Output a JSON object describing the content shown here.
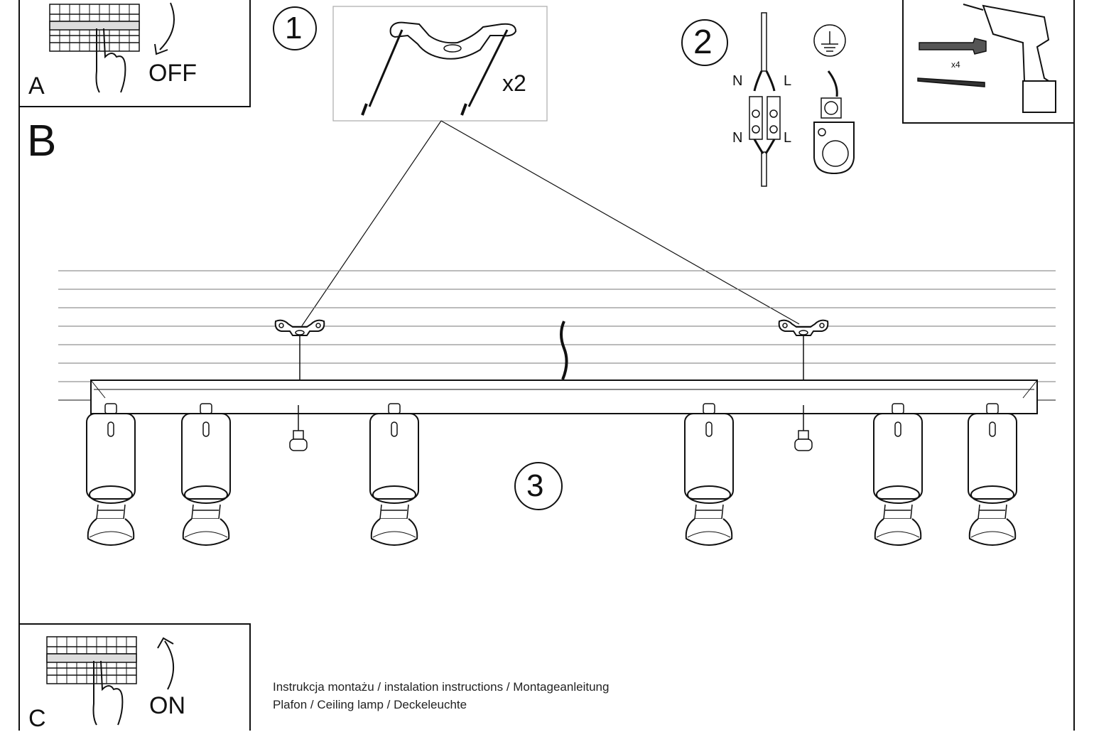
{
  "panel_a": {
    "letter": "A",
    "action": "OFF"
  },
  "panel_b": {
    "letter": "B"
  },
  "panel_c": {
    "letter": "C",
    "action": "ON"
  },
  "steps": {
    "step1": "1",
    "step2": "2",
    "step3": "3"
  },
  "step1": {
    "quantity": "x2"
  },
  "step2": {
    "neutral_top": "N",
    "live_top": "L",
    "neutral_bottom": "N",
    "live_bottom": "L"
  },
  "tools": {
    "quantity": "x4"
  },
  "captions": {
    "line1": "Instrukcja montażu / instalation instructions / Montageanleitung",
    "line2": "Plafon / Ceiling lamp / Deckeleuchte"
  }
}
